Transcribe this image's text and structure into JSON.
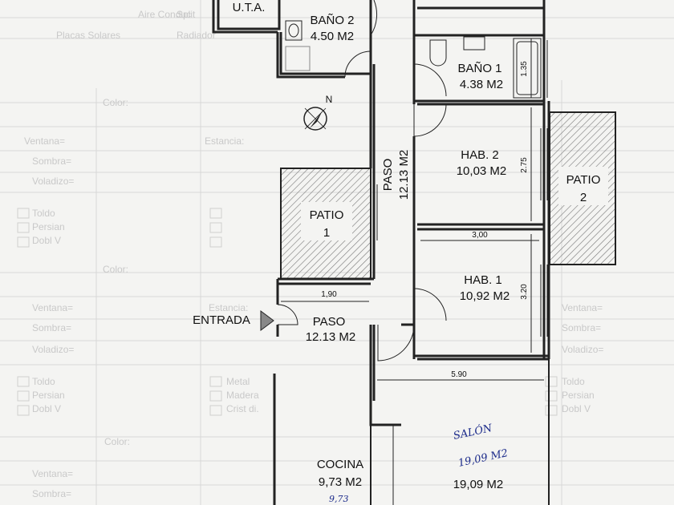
{
  "rooms": {
    "uta": "U.T.A.",
    "bano2": {
      "name": "BAÑO 2",
      "area": "4.50 M2"
    },
    "bano1": {
      "name": "BAÑO 1",
      "area": "4.38 M2"
    },
    "hab2": {
      "name": "HAB. 2",
      "area": "10,03 M2"
    },
    "hab1": {
      "name": "HAB. 1",
      "area": "10,92 M2"
    },
    "patio1": {
      "name": "PATIO",
      "num": "1"
    },
    "patio2": {
      "name": "PATIO",
      "num": "2"
    },
    "paso_vertical": {
      "name": "PASO",
      "area": "12.13 M2"
    },
    "paso_entrada": {
      "name": "PASO",
      "area": "12.13 M2"
    },
    "cocina": {
      "name": "COCINA",
      "area": "9,73 M2"
    },
    "salon": {
      "area": "19,09 M2"
    }
  },
  "labels": {
    "entrada": "ENTRADA",
    "north": "N"
  },
  "dimensions": {
    "bano1_height": "1.35",
    "hab2_height": "2.75",
    "hab1_width": "3,00",
    "hab1_height": "3.20",
    "entrada_width": "1,90",
    "salon_width": "5.90"
  },
  "handwriting": {
    "salon_title": "SALÓN",
    "salon_area": "19,09 M2",
    "cocina_note": "9,73"
  },
  "background_form_text": {
    "row1": [
      "Split",
      "Aire Conduc",
      "Radiador",
      "Placas Solares"
    ],
    "color_label": "Color:",
    "ventana": "Ventana=",
    "sombra": "Sombra=",
    "voladizo": "Voladizo=",
    "estancia": "Estancia:",
    "checks": [
      "Toldo",
      "Persian",
      "Dobl V",
      "Metal",
      "Madera",
      "Crist di."
    ]
  }
}
